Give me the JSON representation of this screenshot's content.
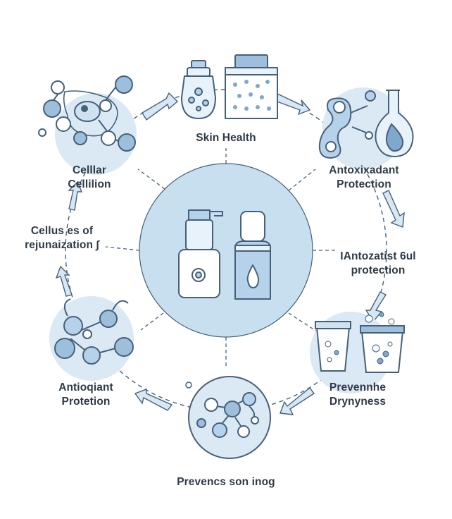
{
  "colors": {
    "stroke": "#46607a",
    "light_fill": "#cfe2f1",
    "mid_fill": "#9dbfdc",
    "center_fill": "#c8dff0",
    "arrow_fill": "#d7e7f4",
    "text": "#2e3a46"
  },
  "labels": {
    "top": "Skin Health",
    "top_right_line1": "Antoxixadant",
    "top_right_line2": "Protection",
    "right_line1": "IAntozatist 6ul",
    "right_line2": "protection",
    "bottom_right_line1": "Prevennhe",
    "bottom_right_line2": "Drynyness",
    "bottom": "Prevencs son inog",
    "bottom_left_line1": "Antioqiant",
    "bottom_left_line2": "Protetion",
    "left_line1": "Cellus es of",
    "left_line2": "rejunaization ∫",
    "top_left_line1": "Celllar",
    "top_left_line2": "Cellilion"
  },
  "icons": {
    "center": "skincare-bottles-icon",
    "top": "jars-icon",
    "top_right": "molecule-flask-icon",
    "bottom_right": "cups-bubbles-icon",
    "bottom": "molecule-circle-icon",
    "bottom_left": "molecule-cluster-icon",
    "top_left": "cell-molecules-icon"
  }
}
